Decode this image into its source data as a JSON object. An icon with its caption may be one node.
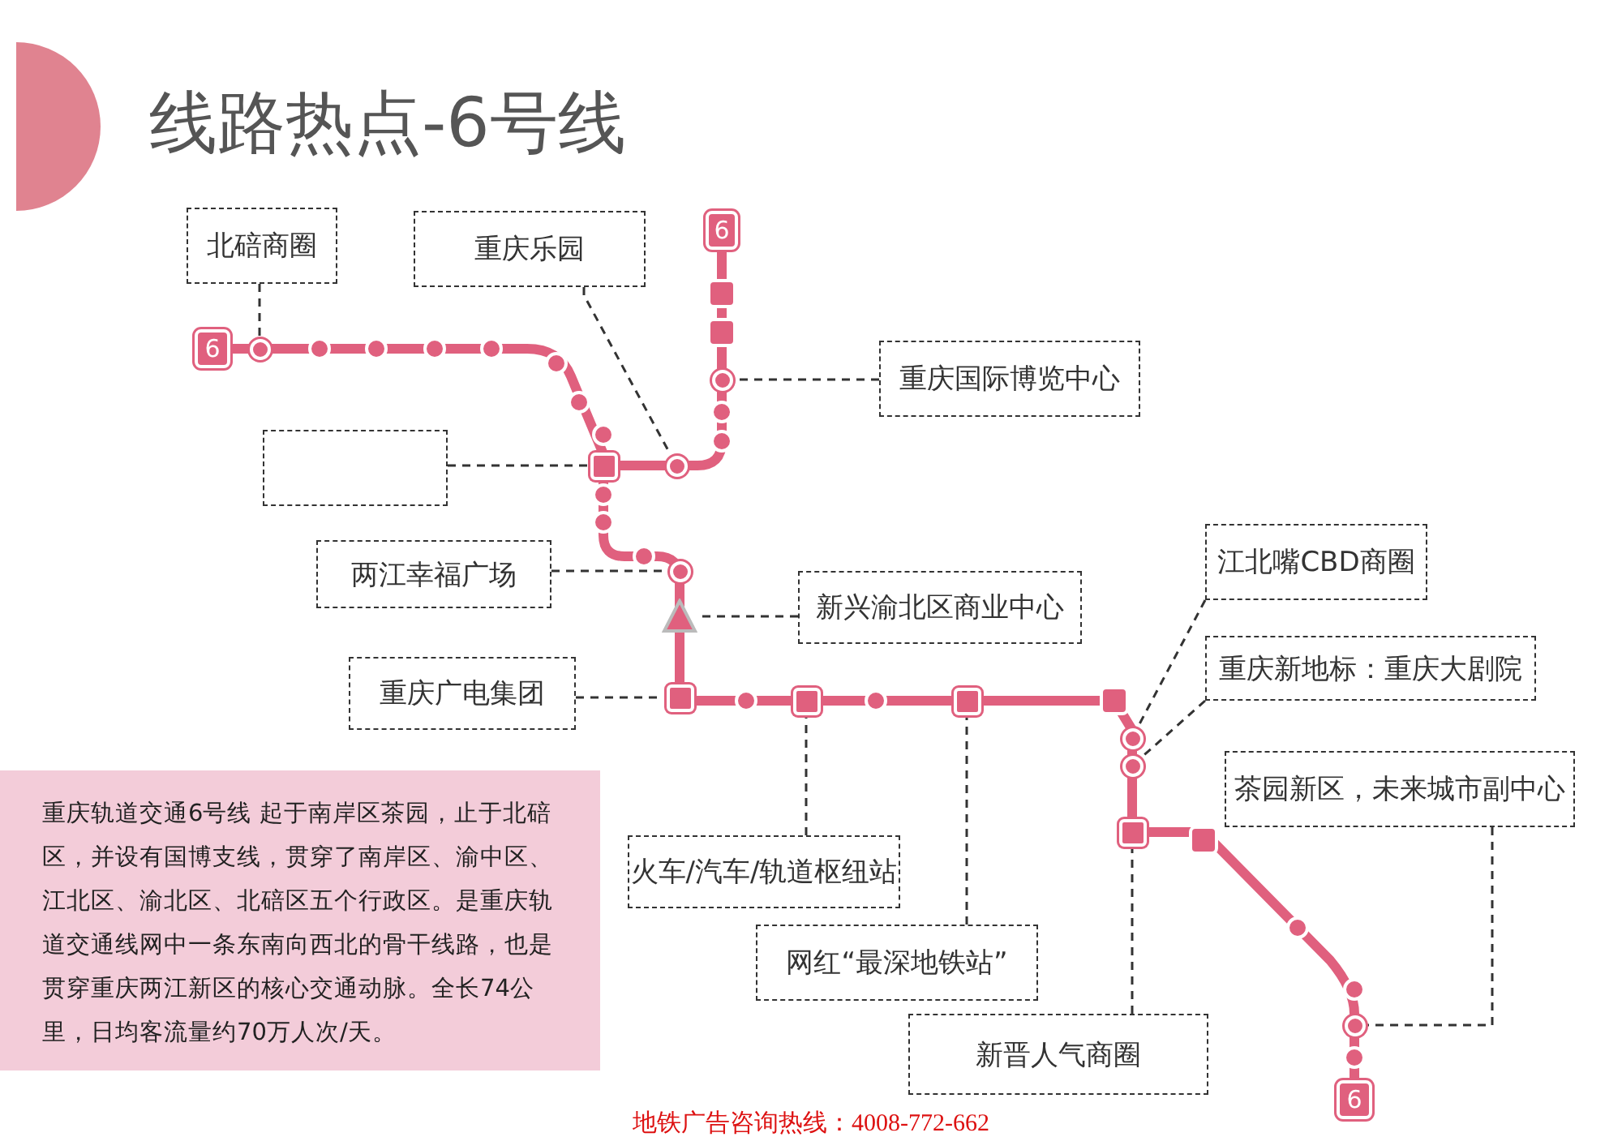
{
  "diagram": {
    "title": "线路热点-6号线",
    "nodes": [
      {
        "text": [
          "北碚商圈"
        ]
      },
      {
        "text": [
          "重庆乐园"
        ]
      },
      {
        "text": [
          "6"
        ]
      },
      {
        "text": [
          "6"
        ]
      },
      {
        "text": [
          "重庆国际博览中心"
        ]
      },
      {
        "text": [],
        "shape": "box"
      },
      {
        "text": [
          "两江幸福广场"
        ]
      },
      {
        "text": [
          "新兴渝北区商业中心"
        ]
      },
      {
        "text": [
          "江北嘴CBD商圈"
        ]
      },
      {
        "text": [
          "重庆广电集团"
        ]
      },
      {
        "text": [
          "重庆新地标：重庆大剧院"
        ]
      },
      {
        "text": [
          "茶园新区，未来城市副中心"
        ]
      },
      {
        "text": [
          "重庆轨道交通6号线 起于南岸区茶园，止于北碚区，并设有国博支线，贯穿了南岸区、渝中区、江北区、渝北区、北碚区五个行政区。是重庆轨道交通线网中一条东南向西北的骨干线路，也是贯穿重庆两江新区的核心交通动脉。全长74公里，日均客流量约70万人次/天。"
        ]
      },
      {
        "text": [
          "火车/汽车/轨道枢纽站"
        ]
      },
      {
        "text": [
          "网红“最深地铁站”"
        ]
      },
      {
        "text": [
          "新晋人气商圈"
        ]
      },
      {
        "text": [
          "6"
        ]
      },
      {
        "text": [],
        "shape": "circle"
      },
      {
        "text": [],
        "shape": "circle"
      },
      {
        "text": [],
        "shape": "circle"
      },
      {
        "text": [],
        "shape": "box"
      },
      {
        "text": [],
        "shape": "circle"
      },
      {
        "text": [],
        "shape": "triangle"
      },
      {
        "text": [],
        "shape": "box"
      },
      {
        "text": [],
        "shape": "circle"
      },
      {
        "text": [],
        "shape": "circle"
      },
      {
        "text": [],
        "shape": "circle"
      },
      {
        "text": [],
        "shape": "box"
      },
      {
        "text": [],
        "shape": "box"
      },
      {
        "text": [],
        "shape": "box"
      }
    ],
    "edges": [
      {
        "from": 0,
        "to": 17,
        "arrow": "none",
        "style": "dashed"
      },
      {
        "from": 1,
        "to": 18,
        "arrow": "none",
        "style": "dashed"
      },
      {
        "from": 4,
        "to": 19,
        "arrow": "none",
        "style": "dashed"
      },
      {
        "from": 5,
        "to": 20,
        "arrow": "none",
        "style": "dashed"
      },
      {
        "from": 6,
        "to": 21,
        "arrow": "none",
        "style": "dashed"
      },
      {
        "from": 7,
        "to": 22,
        "arrow": "none",
        "style": "dashed"
      },
      {
        "from": 8,
        "to": 24,
        "arrow": "none",
        "style": "dashed"
      },
      {
        "from": 9,
        "to": 23,
        "arrow": "none",
        "style": "dashed"
      },
      {
        "from": 10,
        "to": 25,
        "arrow": "none",
        "style": "dashed"
      },
      {
        "from": 11,
        "to": 26,
        "arrow": "none",
        "style": "dashed"
      },
      {
        "from": 13,
        "to": 27,
        "arrow": "none",
        "style": "dashed"
      },
      {
        "from": 14,
        "to": 28,
        "arrow": "none",
        "style": "dashed"
      },
      {
        "from": 15,
        "to": 29,
        "arrow": "none",
        "style": "dashed"
      }
    ],
    "labels": [
      "地铁广告咨询热线：4008-772-662"
    ]
  }
}
